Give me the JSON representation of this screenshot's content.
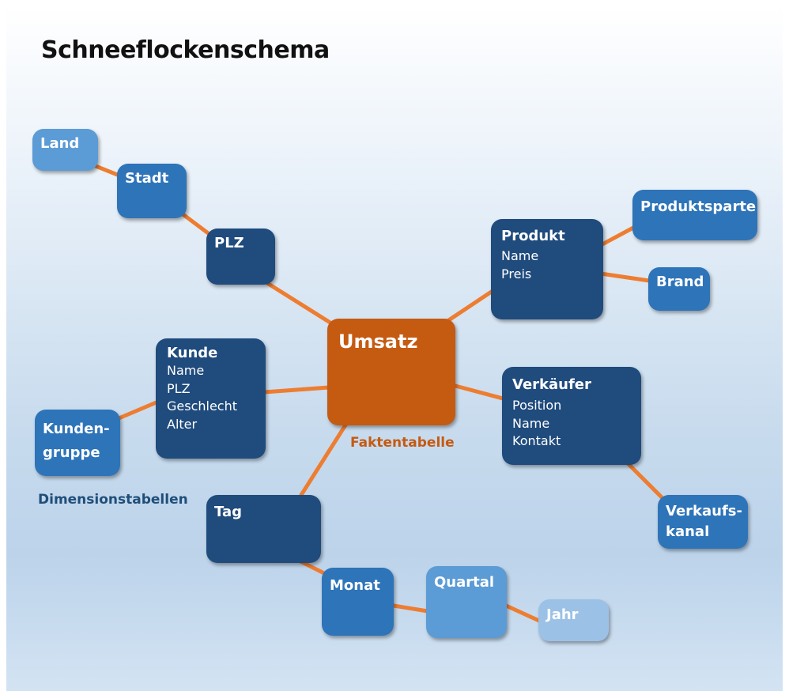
{
  "title": "Schneeflockenschema",
  "labels": {
    "fact": "Faktentabelle",
    "dimensions": "Dimensionstabellen"
  },
  "colors": {
    "link": "#ed7d31",
    "fact": "#c55a11",
    "dimension_dark": "#1f4b7d",
    "dimension_mid": "#2e74b9",
    "dimension_light": "#5b9bd6",
    "dimension_pale": "#9cc1e6"
  },
  "nodes": {
    "land": {
      "name": "Land"
    },
    "stadt": {
      "name": "Stadt"
    },
    "plz": {
      "name": "PLZ"
    },
    "kunde": {
      "name": "Kunde",
      "attributes": [
        "Name",
        "PLZ",
        "Geschlecht",
        "Alter"
      ]
    },
    "kundengruppe": {
      "name_lines": [
        "Kunden-",
        "gruppe"
      ]
    },
    "umsatz": {
      "name": "Umsatz"
    },
    "produkt": {
      "name": "Produkt",
      "attributes": [
        "Name",
        "Preis"
      ]
    },
    "produktsparte": {
      "name": "Produktsparte"
    },
    "brand": {
      "name": "Brand"
    },
    "verkaeufer": {
      "name": "Verkäufer",
      "attributes": [
        "Position",
        "Name",
        "Kontakt"
      ]
    },
    "verkaufskanal": {
      "name_lines": [
        "Verkaufs-",
        "kanal"
      ]
    },
    "tag": {
      "name": "Tag"
    },
    "monat": {
      "name": "Monat"
    },
    "quartal": {
      "name": "Quartal"
    },
    "jahr": {
      "name": "Jahr"
    }
  },
  "links": [
    [
      "land",
      "stadt"
    ],
    [
      "stadt",
      "plz"
    ],
    [
      "plz",
      "umsatz"
    ],
    [
      "kunde",
      "umsatz"
    ],
    [
      "kundengruppe",
      "kunde"
    ],
    [
      "produkt",
      "umsatz"
    ],
    [
      "produkt",
      "produktsparte"
    ],
    [
      "produkt",
      "brand"
    ],
    [
      "verkaeufer",
      "umsatz"
    ],
    [
      "verkaeufer",
      "verkaufskanal"
    ],
    [
      "tag",
      "umsatz"
    ],
    [
      "tag",
      "monat"
    ],
    [
      "monat",
      "quartal"
    ],
    [
      "quartal",
      "jahr"
    ]
  ]
}
